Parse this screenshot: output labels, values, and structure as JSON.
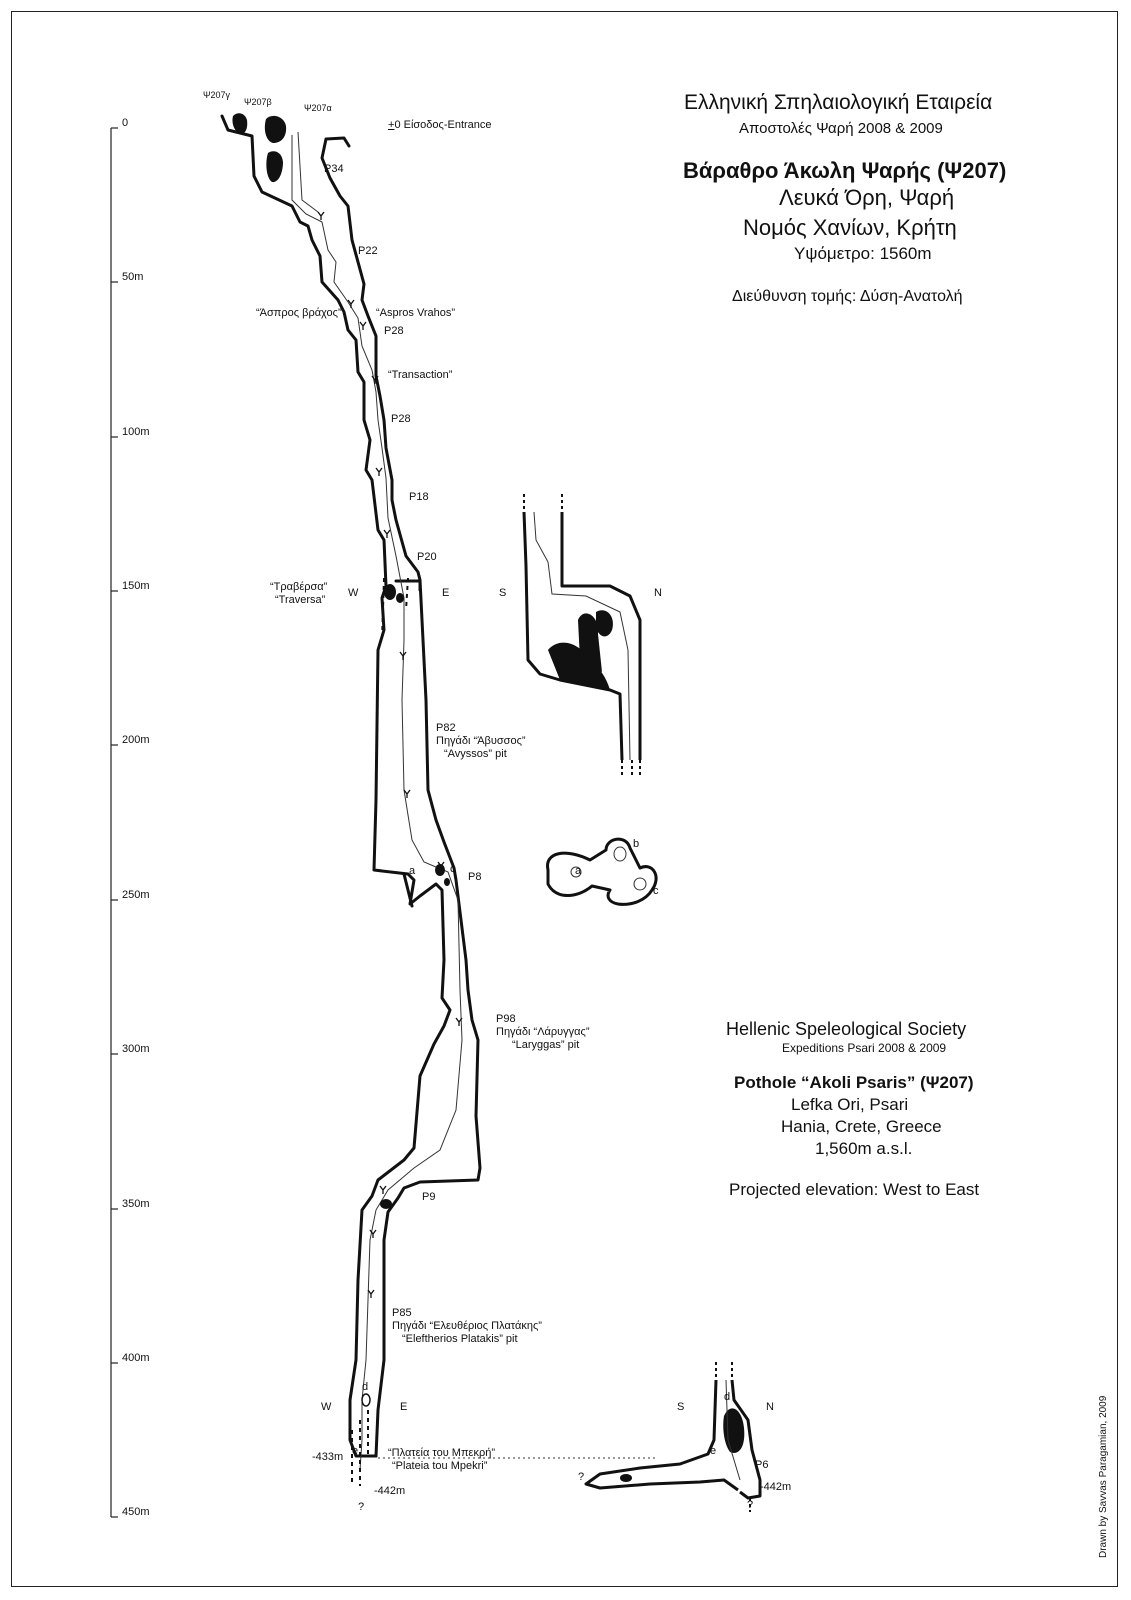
{
  "greek_header": {
    "line1": "Ελληνική Σπηλαιολογική Εταιρεία",
    "line2": "Αποστολές Ψαρή 2008 & 2009",
    "line3": "Βάραθρο Άκωλη Ψαρής (Ψ207)",
    "line4": "Λευκά Όρη, Ψαρή",
    "line5": "Νομός Χανίων, Κρήτη",
    "line6": "Υψόμετρο: 1560m",
    "line7": "Διεύθυνση τομής: Δύση-Ανατολή"
  },
  "english_header": {
    "line1": "Hellenic Speleological Society",
    "line2": "Expeditions Psari 2008 & 2009",
    "line3": "Pothole “Akoli Psaris” (Ψ207)",
    "line4": "Lefka Ori, Psari",
    "line5": "Hania, Crete, Greece",
    "line6": "1,560m a.s.l.",
    "line7": "Projected elevation: West to East"
  },
  "depth_scale": {
    "ticks": [
      "0",
      "50m",
      "100m",
      "150m",
      "200m",
      "250m",
      "300m",
      "350m",
      "400m",
      "450m"
    ]
  },
  "entrances": {
    "gamma": "Ψ207γ",
    "beta": "Ψ207β",
    "alpha": "Ψ207α",
    "entrance_prefix": "+",
    "entrance_label": "0 Είσοδος-Entrance"
  },
  "pitches": {
    "p34": "P34",
    "p22": "P22",
    "p28a": "P28",
    "p28b": "P28",
    "p18": "P18",
    "p20": "P20",
    "p82": "P82",
    "p82_gr": "Πηγάδι “Άβυσσος”",
    "p82_en": "“Avyssos” pit",
    "p8": "P8",
    "p98": "P98",
    "p98_gr": "Πηγάδι “Λάρυγγας”",
    "p98_en": "“Laryggas” pit",
    "p9": "P9",
    "p85": "P85",
    "p85_gr": "Πηγάδι “Ελευθέριος Πλατάκης”",
    "p85_en": "“Eleftherios Platakis” pit",
    "p6": "P6"
  },
  "features": {
    "aspros_gr": "“Άσπρος βράχος”",
    "aspros_en": "“Aspros Vrahos”",
    "transaction": "“Transaction”",
    "traversa_gr": "“Τραβέρσα”",
    "traversa_en": "“Traversa”",
    "plateia_gr": "“Πλατεία του Μπεκρή”",
    "plateia_en": "“Plateia tou Mpekri”",
    "depth_433": "-433m",
    "depth_442": "-442m",
    "depth_442_inset": "-442m",
    "question": "?",
    "question2": "?",
    "question3": "?"
  },
  "orientation": {
    "west1": "W",
    "east1": "E",
    "south1": "S",
    "north1": "N",
    "west2": "W",
    "east2": "E",
    "south2": "S",
    "north2": "N"
  },
  "station_letters": {
    "a": "a",
    "c": "c",
    "b": "b",
    "a2": "a",
    "c2": "c",
    "d": "d",
    "e": "e",
    "d2": "d",
    "e2": "e"
  },
  "credit": "Drawn by Savvas Paragamian, 2009"
}
